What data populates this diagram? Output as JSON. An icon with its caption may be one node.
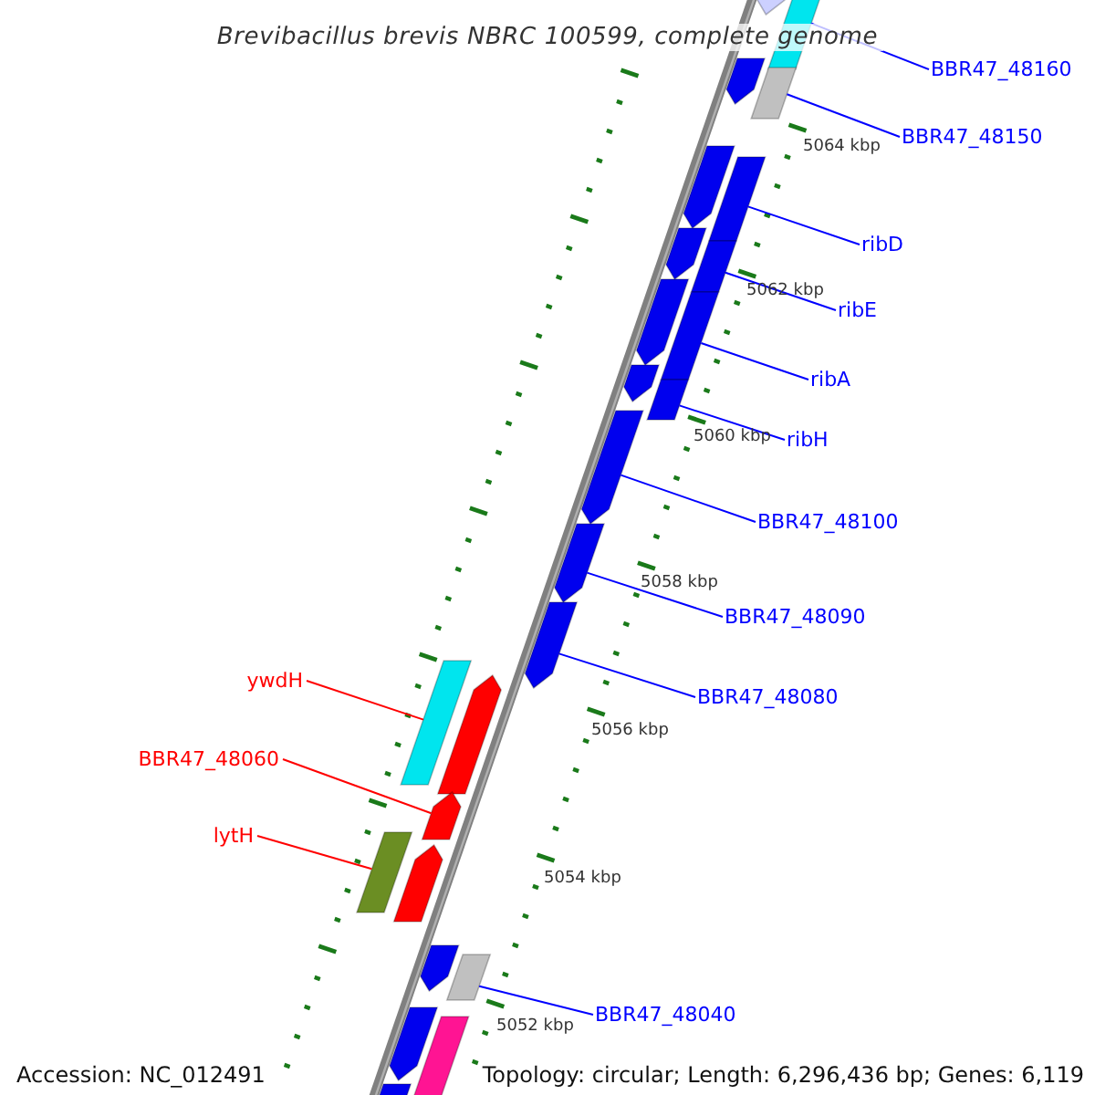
{
  "diagram": {
    "title": "Brevibacillus brevis NBRC 100599, complete genome",
    "nodes": [
      {
        "text": [
          "BBR47_48160"
        ]
      },
      {
        "text": [
          "BBR47_48150"
        ]
      },
      {
        "text": [
          "ribD"
        ]
      },
      {
        "text": [
          "ribE"
        ]
      },
      {
        "text": [
          "ribA"
        ]
      },
      {
        "text": [
          "ribH"
        ]
      },
      {
        "text": [
          "BBR47_48100"
        ]
      },
      {
        "text": [
          "BBR47_48090"
        ]
      },
      {
        "text": [
          "ywdH"
        ]
      },
      {
        "text": [
          "BBR47_48080"
        ]
      },
      {
        "text": [
          "BBR47_48060"
        ]
      },
      {
        "text": [
          "lytH"
        ]
      },
      {
        "text": [
          "BBR47_48040"
        ]
      },
      {
        "text": [],
        "shape": "arrow"
      },
      {
        "text": [],
        "shape": "bar"
      },
      {
        "text": [],
        "shape": "arrow"
      },
      {
        "text": [],
        "shape": "bar"
      },
      {
        "text": [],
        "shape": "arrow"
      },
      {
        "text": [],
        "shape": "bar"
      },
      {
        "text": [],
        "shape": "arrow"
      },
      {
        "text": [],
        "shape": "bar"
      },
      {
        "text": [],
        "shape": "arrow"
      },
      {
        "text": [],
        "shape": "bar"
      },
      {
        "text": [],
        "shape": "arrow"
      },
      {
        "text": [],
        "shape": "bar"
      },
      {
        "text": [],
        "shape": "arrow"
      },
      {
        "text": [],
        "shape": "arrow"
      },
      {
        "text": [],
        "shape": "arrow"
      },
      {
        "text": [],
        "shape": "bar"
      },
      {
        "text": [],
        "shape": "arrow"
      },
      {
        "text": [],
        "shape": "arrow"
      },
      {
        "text": [],
        "shape": "bar"
      },
      {
        "text": [],
        "shape": "arrow"
      },
      {
        "text": [],
        "shape": "arrow"
      },
      {
        "text": [],
        "shape": "bar"
      },
      {
        "text": [],
        "shape": "arrow"
      },
      {
        "text": [],
        "shape": "bar"
      },
      {
        "text": [],
        "shape": "bar"
      }
    ],
    "edges": [
      {
        "from": 0,
        "to": 14,
        "arrow": "none"
      },
      {
        "from": 1,
        "to": 16,
        "arrow": "none"
      },
      {
        "from": 2,
        "to": 18,
        "arrow": "none"
      },
      {
        "from": 3,
        "to": 20,
        "arrow": "none"
      },
      {
        "from": 4,
        "to": 22,
        "arrow": "none"
      },
      {
        "from": 5,
        "to": 24,
        "arrow": "none"
      },
      {
        "from": 6,
        "to": 25,
        "arrow": "none"
      },
      {
        "from": 7,
        "to": 26,
        "arrow": "none"
      },
      {
        "from": 8,
        "to": 28,
        "arrow": "none",
        "color": "#ff0000"
      },
      {
        "from": 9,
        "to": 27,
        "arrow": "none"
      },
      {
        "from": 10,
        "to": 30,
        "arrow": "none",
        "color": "#ff0000"
      },
      {
        "from": 11,
        "to": 31,
        "arrow": "none",
        "color": "#ff0000"
      },
      {
        "from": 12,
        "to": 34,
        "arrow": "none"
      }
    ],
    "labels": [
      "5064 kbp",
      "5062 kbp",
      "5060 kbp",
      "5058 kbp",
      "5056 kbp",
      "5054 kbp",
      "5052 kbp",
      "Accession: NC_012491",
      "Topology: circular; Length: 6,296,436 bp; Genes: 6,119"
    ]
  }
}
